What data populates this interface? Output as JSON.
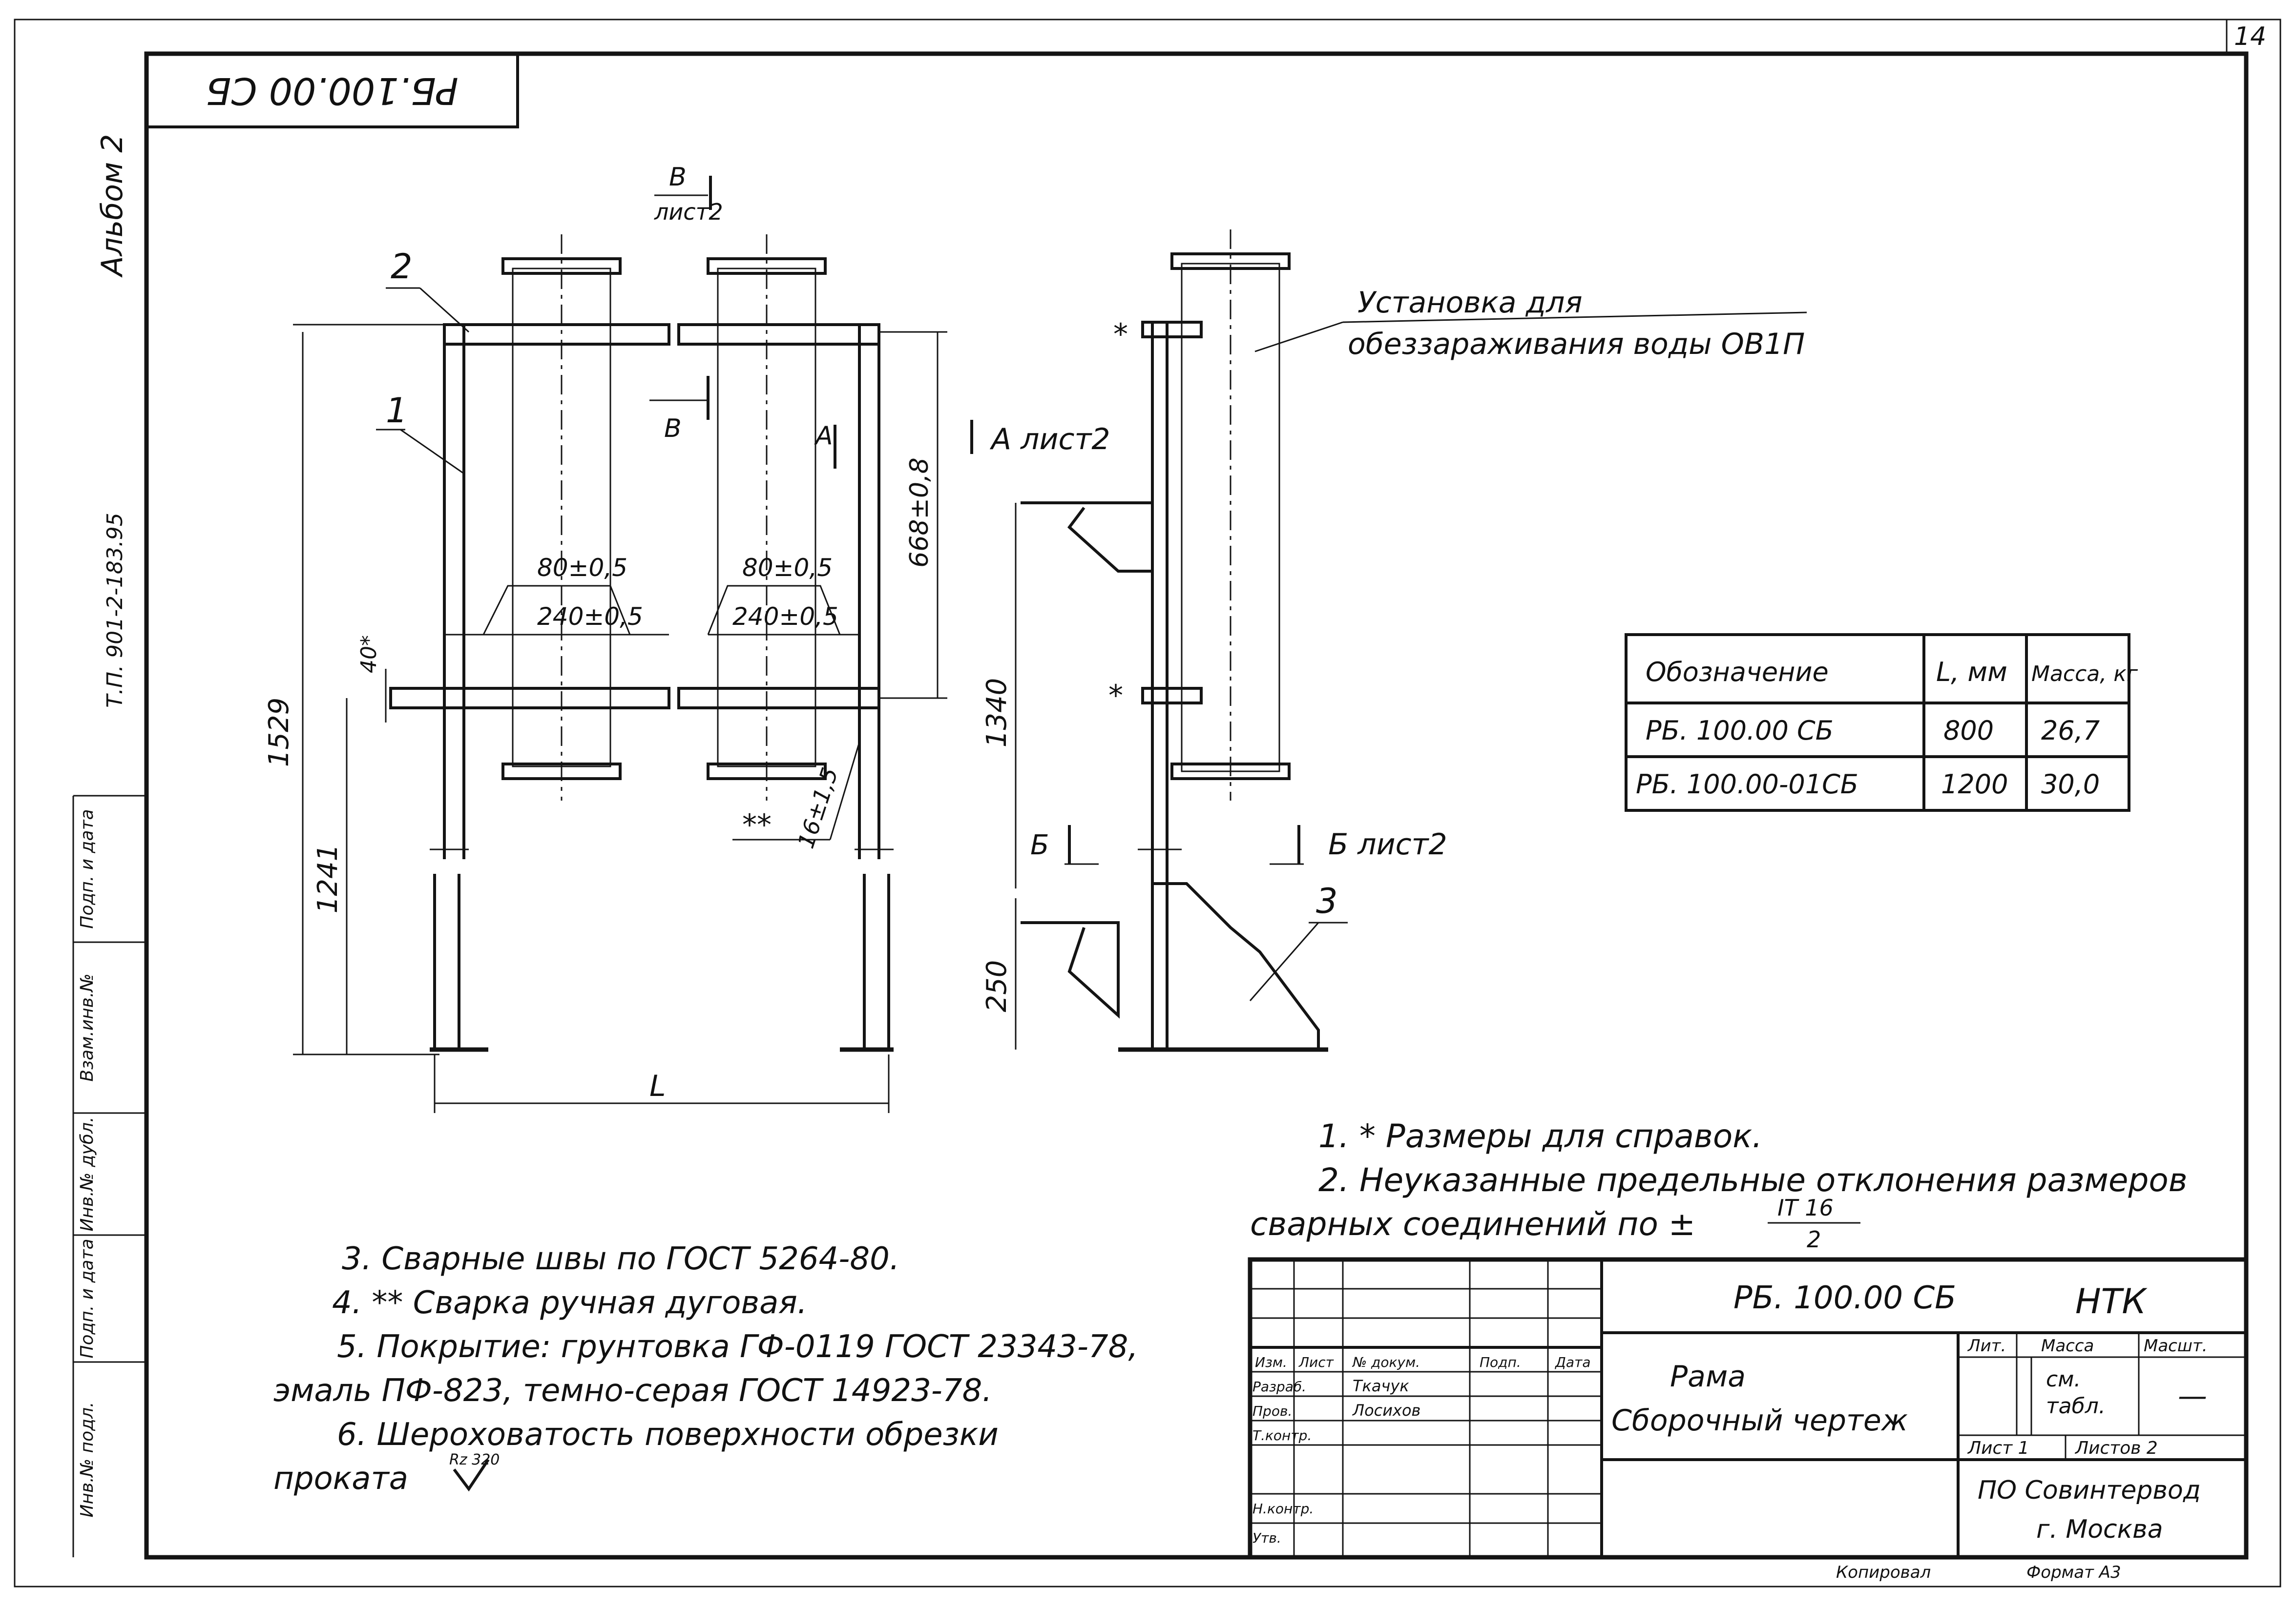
{
  "sheet": {
    "code_rotated": "РБ.100.00 СБ",
    "sheet_number": "14",
    "album": "Альбом 2",
    "project_ref": "Т.П. 901-2-183.95"
  },
  "left_strip": {
    "labels": [
      "Подп. и дата",
      "Взам.инв.№",
      "Инв.№ дубл.",
      "Подп. и дата",
      "Инв.№ подл."
    ]
  },
  "front_view": {
    "pos_1": "1",
    "pos_2": "2",
    "section_b_top": "В",
    "section_b_top_sheet": "лист2",
    "section_b_mid": "В",
    "section_a_mark": "А",
    "section_a_label": "А лист2",
    "dim_height_total": "1529",
    "dim_height_lower": "1241",
    "dim_668": "668±0,8",
    "dim_80_left": "80±0,5",
    "dim_240_left": "240±0,5",
    "dim_80_right": "80±0,5",
    "dim_240_right": "240±0,5",
    "dim_40": "40*",
    "dim_16": "16±1,5",
    "weld_mark": "**",
    "dim_L": "L"
  },
  "side_view": {
    "callout_line1": "Установка для",
    "callout_line2": "обеззараживания воды ОВ1П",
    "star_top": "*",
    "star_mid": "*",
    "dim_1340": "1340",
    "dim_250": "250",
    "section_b": "Б",
    "section_b_label": "Б лист2",
    "pos_3": "3"
  },
  "table": {
    "headers": [
      "Обозначение",
      "L, мм",
      "Масса, кг"
    ],
    "rows": [
      [
        "РБ. 100.00 СБ",
        "800",
        "26,7"
      ],
      [
        "РБ. 100.00-01СБ",
        "1200",
        "30,0"
      ]
    ]
  },
  "notes_right": {
    "n1": "1. * Размеры для справок.",
    "n2a": "2. Неуказанные предельные отклонения размеров",
    "n2b": "сварных соединений по ±",
    "n2_num": "IT 16",
    "n2_den": "2"
  },
  "notes_left": {
    "n3": "3. Сварные швы по ГОСТ 5264-80.",
    "n4": "4. ** Сварка ручная дуговая.",
    "n5a": "5. Покрытие: грунтовка ГФ-0119 ГОСТ 23343-78,",
    "n5b": "эмаль ПФ-823, темно-серая ГОСТ 14923-78.",
    "n6a": "6. Шероховатость поверхности обрезки",
    "n6b": "проката",
    "n6_rough": "Rz 320"
  },
  "title_block": {
    "designation": "РБ. 100.00 СБ",
    "code": "НТК",
    "name_line1": "Рама",
    "name_line2": "Сборочный чертеж",
    "lit_header": "Лит.",
    "mass_header": "Масса",
    "scale_header": "Масшт.",
    "mass_value_1": "см.",
    "mass_value_2": "табл.",
    "scale_value": "—",
    "sheet_label": "Лист 1",
    "sheets_label": "Листов 2",
    "org_line1": "ПО Совинтервод",
    "org_line2": "г. Москва",
    "format_label": "Формат А3",
    "copied": "Копировал",
    "roles": [
      "Изм.",
      "Лист",
      "№ докум.",
      "Подп.",
      "Дата",
      "Разраб.",
      "Пров.",
      "Т.контр.",
      "Н.контр.",
      "Утв."
    ],
    "names": [
      "Ткачук",
      "Лосихов"
    ]
  }
}
